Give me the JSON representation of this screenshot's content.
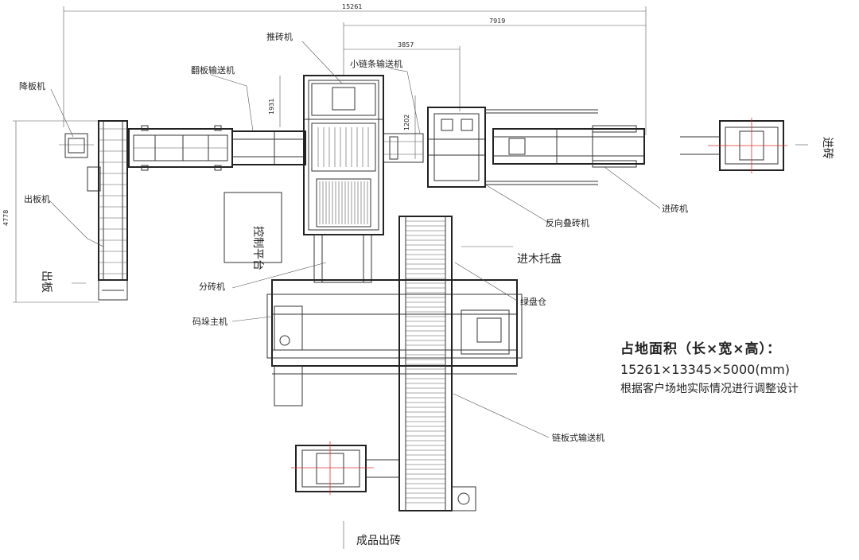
{
  "dimensions": {
    "overall_length": "15261",
    "right_length": "7919",
    "mid_length": "3857",
    "height_left": "4778",
    "push_depth": "1931",
    "conveyor_depth": "1202"
  },
  "labels": {
    "stacker": "推砖机",
    "flip_conveyor": "翻板输送机",
    "small_chain_conveyor": "小链条输送机",
    "board_lowering": "降板机",
    "board_out_machine": "出板机",
    "board_out_text": "出板",
    "control_platform": "控制平台",
    "reverse_stacker": "反向叠砖机",
    "brick_feeder": "进砖机",
    "brick_in_text": "进砖",
    "wood_pallet_in": "进木托盘",
    "brick_divider": "分砖机",
    "pallet_bin": "绿盘仓",
    "stacking_main": "码垛主机",
    "chain_plate_conveyor": "链板式输送机",
    "finished_out": "成品出砖"
  },
  "info": {
    "title": "占地面积（长×宽×高）：",
    "measure": "15261×13345×5000(mm)",
    "note": "根据客户场地实际情况进行调整设计"
  }
}
